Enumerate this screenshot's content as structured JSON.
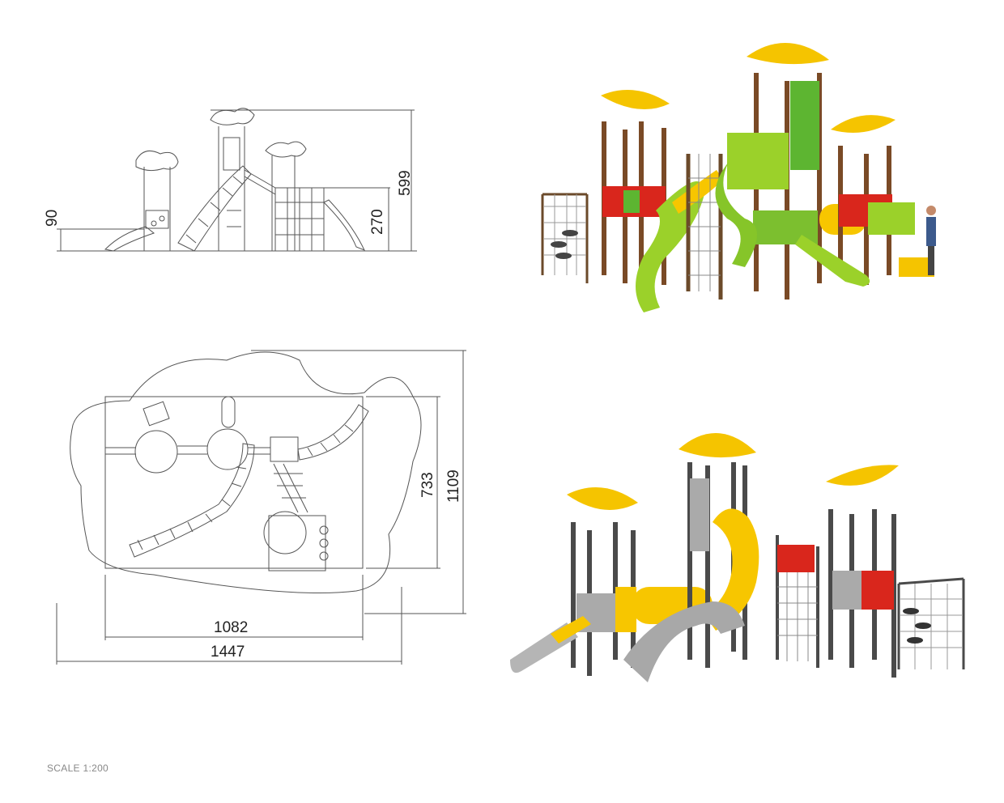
{
  "side_elevation": {
    "dimensions": {
      "height_total": "599",
      "platform_high": "270",
      "platform_low": "90"
    }
  },
  "plan_view": {
    "dimensions": {
      "width_structure": "1082",
      "width_total": "1447",
      "depth_structure": "733",
      "depth_total": "1109"
    }
  },
  "scale_label": "SCALE 1:200",
  "colors": {
    "roof": "#f5c400",
    "wood_post": "#7a4a26",
    "grey_post": "#4a4a4a",
    "slide_yellow": "#f7c600",
    "slide_green": "#9bd12a",
    "panel_green": "#5db531",
    "panel_red": "#d9261c",
    "slide_grey": "#9a9a9a",
    "line": "#555555"
  }
}
